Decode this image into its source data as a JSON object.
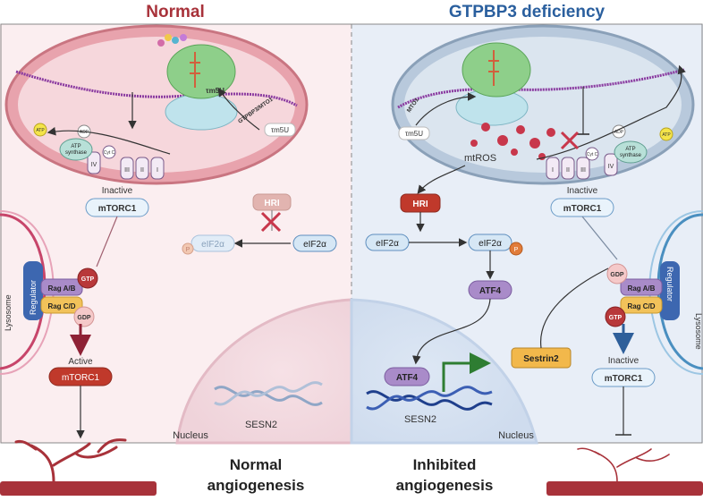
{
  "titles": {
    "left": "Normal",
    "right": "GTPBP3 deficiency"
  },
  "colors": {
    "left_title": "#a8323a",
    "right_title": "#2a5f9e",
    "left_bg": "#fbeef0",
    "right_bg": "#e8eef7"
  },
  "mito_left": {
    "tm5u_bound": "τm5U",
    "tm5u_free": "τm5U",
    "enzyme": "GTPBP3/MTO1",
    "atp": "ATP",
    "adp": "ADP",
    "synthase": "ATP\nsynthase",
    "synthase_l1": "ATP",
    "synthase_l2": "synthase",
    "cytc": "Cyt C",
    "complexes": [
      "I",
      "II",
      "III",
      "IV"
    ]
  },
  "mito_right": {
    "tm5u_free": "τm5U",
    "mto1": "MTO1",
    "mtros": "mtROS",
    "atp": "ATP",
    "adp": "ADP",
    "synthase_l1": "ATP",
    "synthase_l2": "synthase",
    "cytc": "Cyt C",
    "complexes": [
      "I",
      "II",
      "III",
      "IV"
    ]
  },
  "left": {
    "inactive_label": "Inactive",
    "mtorc1_inactive": "mTORC1",
    "hri": "HRI",
    "eif2a_p": "eIF2α",
    "eif2a": "eIF2α",
    "p": "P",
    "regulator": "Regulator",
    "rag_ab": "Rag A/B",
    "rag_cd": "Rag C/D",
    "gtp": "GTP",
    "gdp": "GDP",
    "lysosome": "Lysosome",
    "active_label": "Active",
    "mtorc1_active": "mTORC1",
    "sesn2": "SESN2",
    "nucleus": "Nucleus",
    "outcome_l1": "Normal",
    "outcome_l2": "angiogenesis"
  },
  "right": {
    "hri": "HRI",
    "eif2a": "eIF2α",
    "eif2a_p": "eIF2α",
    "p": "P",
    "atf4_top": "ATF4",
    "atf4_dna": "ATF4",
    "sesn2": "SESN2",
    "sestrin2": "Sestrin2",
    "inactive_label_top": "Inactive",
    "mtorc1_top": "mTORC1",
    "regulator": "Regulator",
    "rag_ab": "Rag A/B",
    "rag_cd": "Rag C/D",
    "gtp": "GTP",
    "gdp": "GDP",
    "lysosome": "Lysosome",
    "inactive_label_bottom": "Inactive",
    "mtorc1_bottom": "mTORC1",
    "nucleus": "Nucleus",
    "outcome_l1": "Inhibited",
    "outcome_l2": "angiogenesis"
  }
}
